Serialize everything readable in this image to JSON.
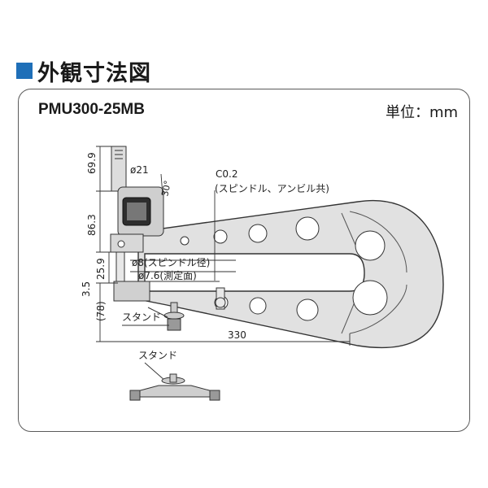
{
  "section": {
    "title": "外観寸法図",
    "accent_color": "#1f6fb8"
  },
  "model": "PMU300-25MB",
  "unit_label": "単位：mm",
  "dimensions": {
    "spindle_height": "69.9",
    "thimble_dia": "ø21",
    "angle": "30°",
    "chamfer": "C0.2",
    "chamfer_note": "(スピンドル、アンビル共)",
    "head_height": "86.3",
    "gap": "25.9",
    "spindle_dia": "ø8(スピンドル径)",
    "face_dia": "ø7.6(測定面)",
    "offset": "3.5",
    "stand_height": "(78)",
    "depth": "330"
  },
  "labels": {
    "stand_main": "スタンド",
    "stand_detail": "スタンド"
  },
  "icons": {
    "section_marker": "blue-square-icon"
  }
}
